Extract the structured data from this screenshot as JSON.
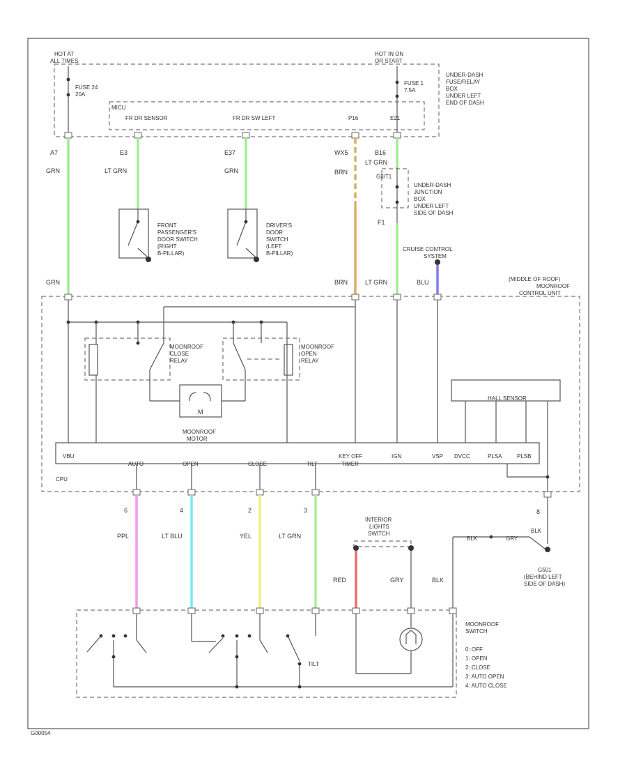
{
  "header": {
    "hot_left": [
      "HOT AT",
      "ALL TIMES"
    ],
    "hot_right": [
      "HOT IN ON",
      "OR START"
    ]
  },
  "fuse_box": {
    "fuse24": [
      "FUSE 24",
      "20A"
    ],
    "fuse1": [
      "FUSE 1",
      "7.5A"
    ],
    "location": [
      "UNDER-DASH",
      "FUSE/RELAY",
      "BOX",
      "UNDER LEFT",
      "END OF DASH"
    ],
    "circuit": "MICU",
    "pin_labels": [
      "FR DR SENSOR",
      "FR DR SW LEFT"
    ],
    "pin_codes": [
      "P16",
      "E21"
    ]
  },
  "wires_top": [
    {
      "pin": "A7",
      "color": "GRN"
    },
    {
      "pin": "E3",
      "color": "LT GRN"
    },
    {
      "pin": "E37",
      "color": "GRN"
    },
    {
      "pin": "WX5",
      "color": "BRN"
    },
    {
      "pin": "B16",
      "color": "LT GRN"
    }
  ],
  "junction": {
    "pins": [
      "G8/T1"
    ],
    "location": [
      "UNDER-DASH",
      "JUNCTION",
      "BOX",
      "UNDER LEFT",
      "SIDE OF DASH"
    ],
    "pin": "F1"
  },
  "door_switches": {
    "front": [
      "FRONT",
      "PASSENGER'S",
      "DOOR SWITCH",
      "(RIGHT",
      "B-PILLAR)"
    ],
    "driver": [
      "DRIVER'S",
      "DOOR",
      "SWITCH",
      "(LEFT",
      "B-PILLAR)"
    ]
  },
  "cruise": {
    "label": [
      "CRUISE CONTROL",
      "SYSTEM"
    ],
    "wire_color": "BLU"
  },
  "control_unit": {
    "left_wire": "GRN",
    "brn_wire": "BRN",
    "ltgrn_wire": "LT GRN",
    "location": [
      "(MIDDLE OF ROOF)",
      "MOONROOF",
      "CONTROL UNIT"
    ],
    "close_relay": [
      "MOONROOF",
      "CLOSE",
      "RELAY"
    ],
    "open_relay": [
      "MOONROOF",
      "OPEN",
      "RELAY"
    ],
    "motor": [
      "MOONROOF",
      "MOTOR"
    ],
    "motor_symbol": "M",
    "hall_sensor": "HALL SENSOR",
    "cpu": "CPU",
    "bus_labels": [
      "VBU",
      "AUTO",
      "OPEN",
      "CLOSE",
      "TILT",
      "KEY OFF",
      "TIMER",
      "IGN",
      "VSP",
      "DVCC",
      "PLSA",
      "PLSB"
    ]
  },
  "switch_wires": [
    {
      "pin": "6",
      "color": "PPL"
    },
    {
      "pin": "4",
      "color": "LT BLU"
    },
    {
      "pin": "2",
      "color": "YEL"
    },
    {
      "pin": "3",
      "color": "LT GRN"
    }
  ],
  "interior_lights": {
    "label": [
      "INTERIOR",
      "LIGHTS",
      "SWITCH"
    ],
    "red": "RED",
    "gry": "GRY",
    "blk": "BLK"
  },
  "ground": {
    "wire_blk": "BLK",
    "wire_gry": "GRY",
    "wire_blk2": "BLK",
    "pin": "8",
    "label": [
      "G501",
      "(BEHIND LEFT",
      "SIDE OF DASH)"
    ]
  },
  "moonroof_switch": {
    "title": [
      "MOONROOF",
      "SWITCH"
    ],
    "tilt": "TILT",
    "modes": [
      "0: OFF",
      "1: OPEN",
      "2: CLOSE",
      "3: AUTO OPEN",
      "4: AUTO CLOSE"
    ]
  },
  "footer": {
    "code": "G00054"
  },
  "colors": {
    "green": "#9cf08c",
    "brown": "#d9b06a",
    "blue": "#7a7ff0",
    "pink": "#f19cf0",
    "cyan": "#7de8ef",
    "yellow": "#eef07a",
    "ltgreen": "#a8ef9a",
    "red": "#ee6b6b"
  }
}
